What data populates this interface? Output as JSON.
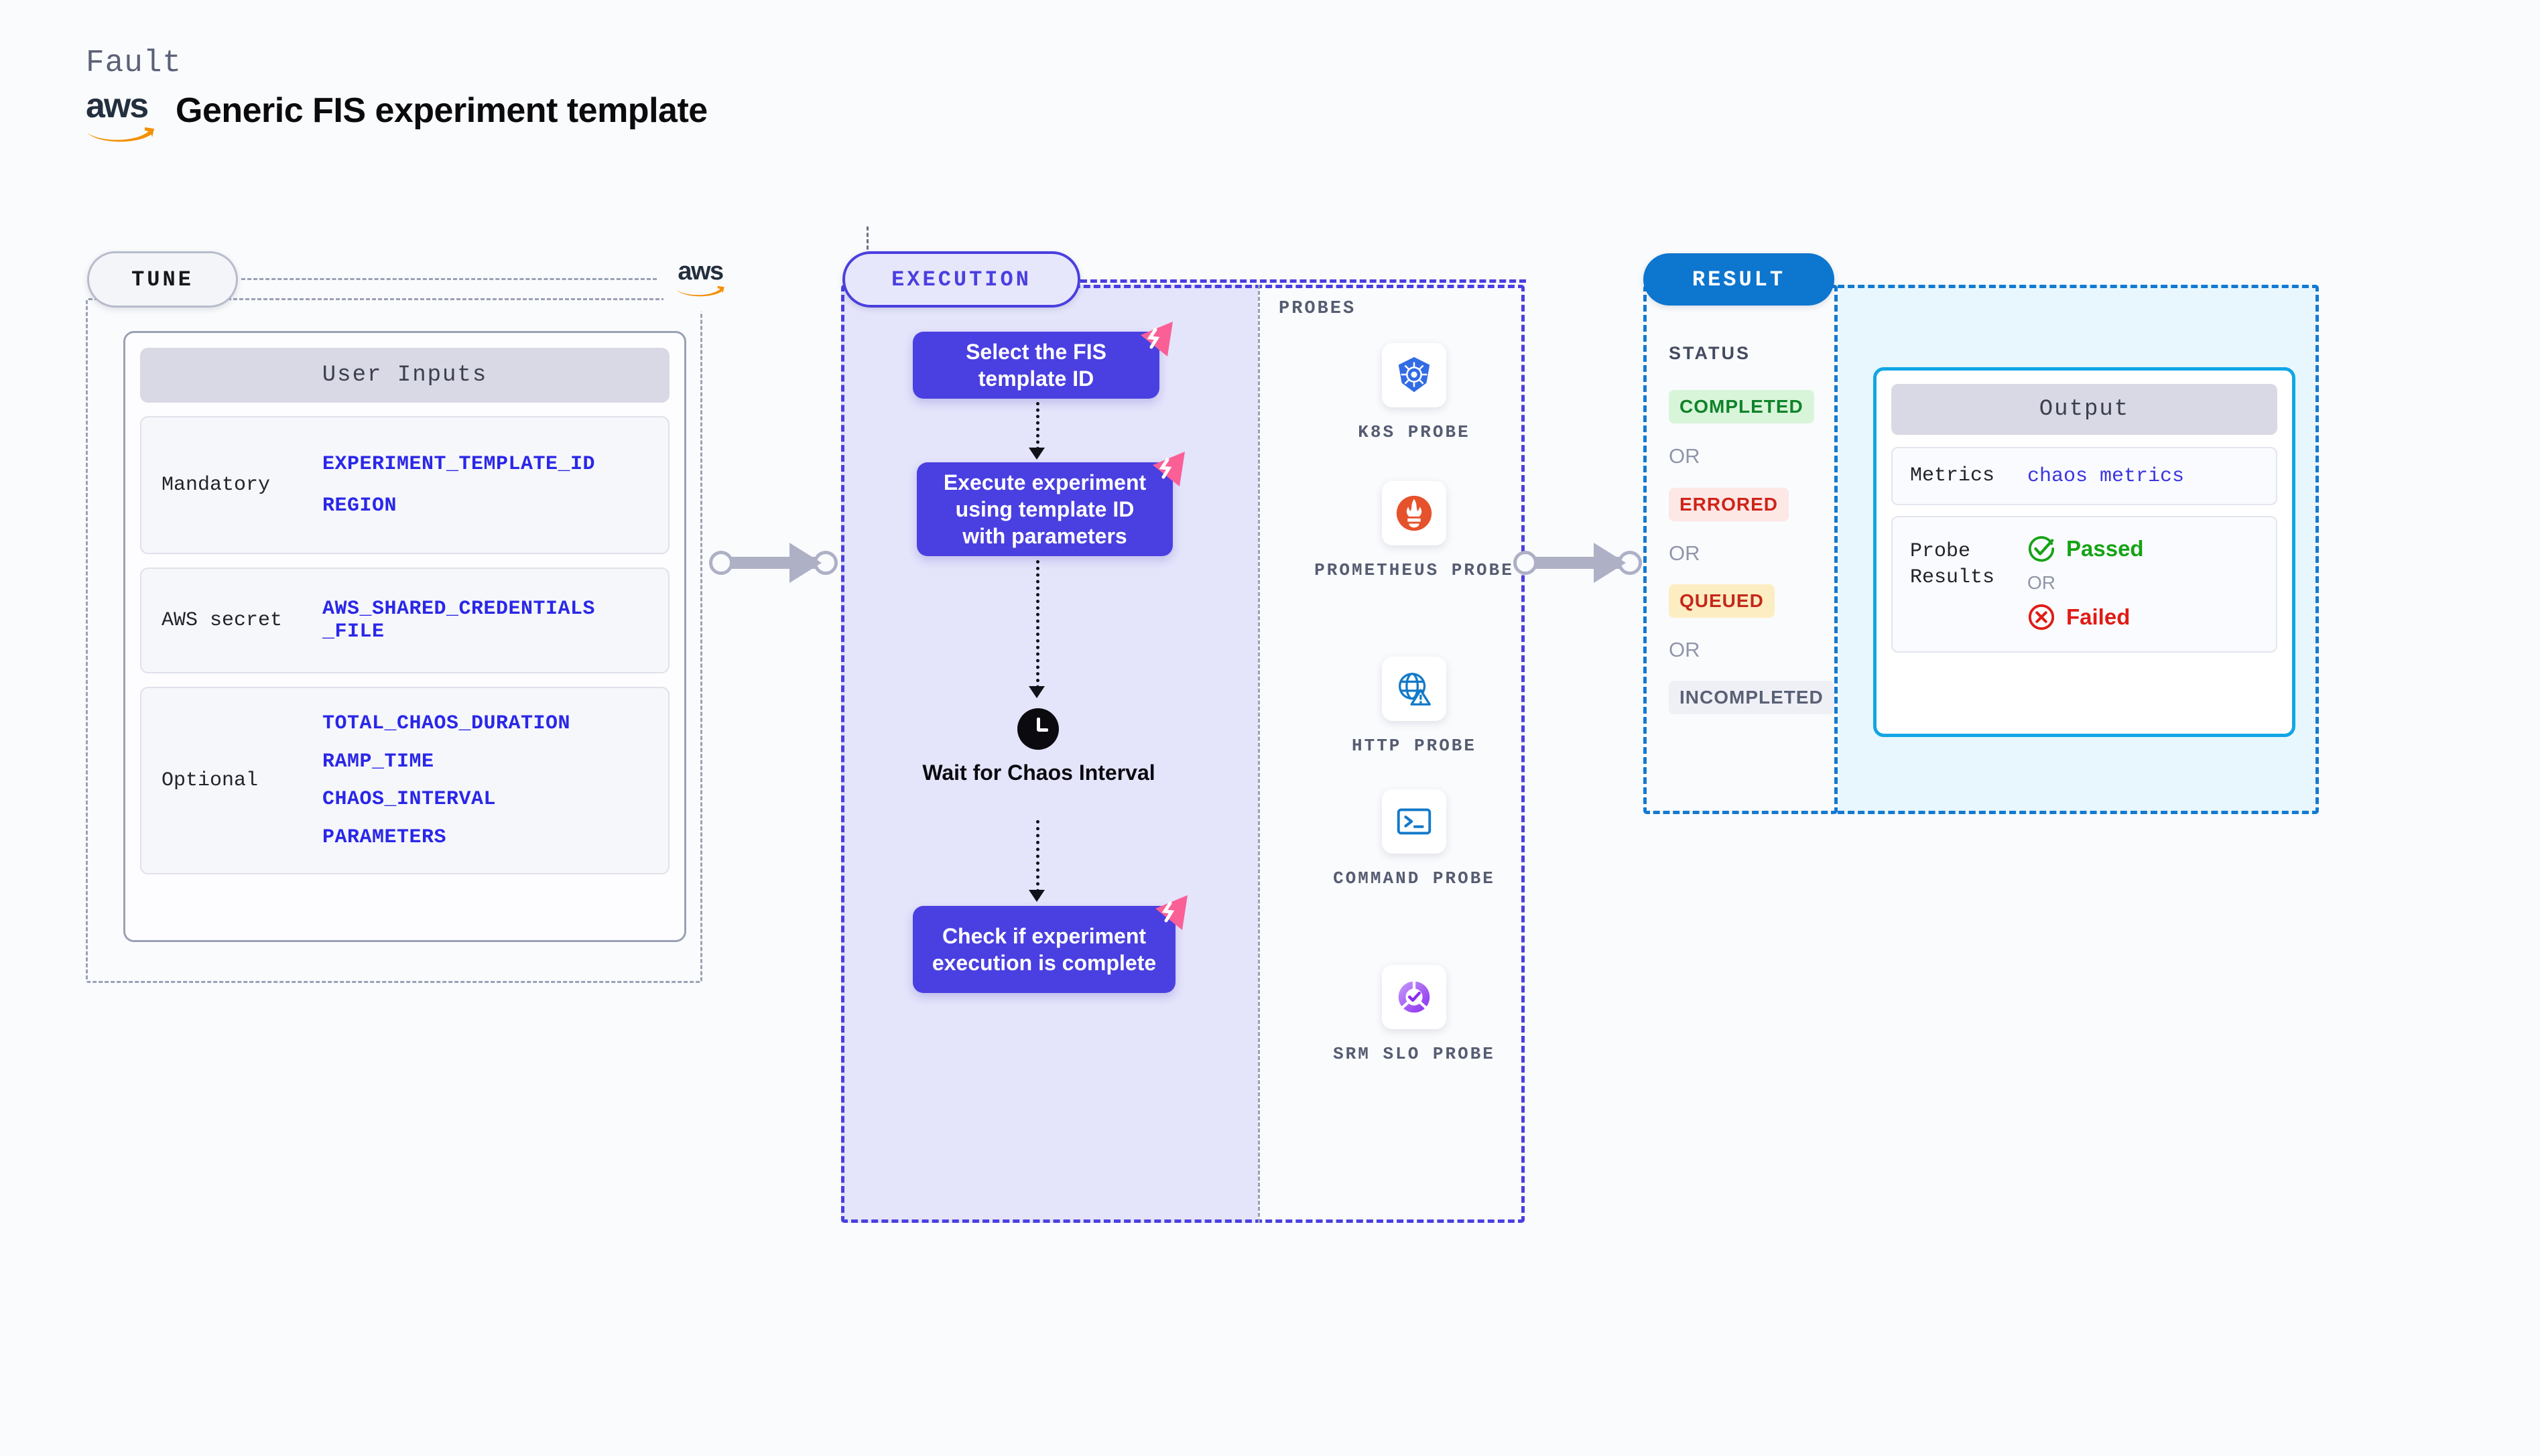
{
  "header": {
    "eyebrow": "Fault",
    "title": "Generic FIS experiment template",
    "logo_text": "aws",
    "logo_icon": "aws-logo"
  },
  "tune": {
    "label": "TUNE",
    "logo_icon": "aws-logo",
    "card_title": "User Inputs",
    "rows": [
      {
        "key": "Mandatory",
        "values": [
          "EXPERIMENT_TEMPLATE_ID",
          "REGION"
        ]
      },
      {
        "key": "AWS secret",
        "values": [
          "AWS_SHARED_CREDENTIALS\n_FILE"
        ]
      },
      {
        "key": "Optional",
        "values": [
          "TOTAL_CHAOS_DURATION",
          "RAMP_TIME",
          "CHAOS_INTERVAL",
          "PARAMETERS"
        ]
      }
    ]
  },
  "execution": {
    "label": "EXECUTION",
    "steps": [
      {
        "text": "Select the FIS template ID",
        "badge": "fault-badge-icon"
      },
      {
        "text": "Execute experiment using template ID with parameters",
        "badge": "fault-badge-icon"
      },
      {
        "text": "Check if experiment execution is complete",
        "badge": "fault-badge-icon"
      }
    ],
    "wait": {
      "icon": "clock-icon",
      "text": "Wait for Chaos Interval"
    }
  },
  "probes": {
    "caption": "PROBES",
    "items": [
      {
        "label": "K8S PROBE",
        "icon": "kubernetes-icon"
      },
      {
        "label": "PROMETHEUS PROBE",
        "icon": "prometheus-icon"
      },
      {
        "label": "HTTP PROBE",
        "icon": "http-globe-icon"
      },
      {
        "label": "COMMAND PROBE",
        "icon": "terminal-icon"
      },
      {
        "label": "SRM SLO PROBE",
        "icon": "srm-slo-icon"
      }
    ]
  },
  "result": {
    "label": "RESULT",
    "status_caption": "STATUS",
    "or_text": "OR",
    "statuses": [
      {
        "text": "COMPLETED",
        "bg": "#d8f5da",
        "fg": "#11822a"
      },
      {
        "text": "ERRORED",
        "bg": "#fde8e6",
        "fg": "#cf2418"
      },
      {
        "text": "QUEUED",
        "bg": "#fdedc2",
        "fg": "#c3291c"
      },
      {
        "text": "INCOMPLETED",
        "bg": "#eff0f6",
        "fg": "#5a6075"
      }
    ],
    "output": {
      "title": "Output",
      "metrics_key": "Metrics",
      "metrics_value": "chaos metrics",
      "probe_results_key": "Probe Results",
      "passed": "Passed",
      "failed": "Failed",
      "or_text": "OR",
      "passed_icon": "check-circle-icon",
      "failed_icon": "x-circle-icon"
    }
  },
  "colors": {
    "accent_purple": "#4a3fe0",
    "accent_blue": "#0d76cf",
    "accent_cyan": "#11a6e4",
    "badge_pink": "#fa5f96",
    "aws_orange": "#f59000",
    "gray_dash": "#9aa1b4"
  }
}
